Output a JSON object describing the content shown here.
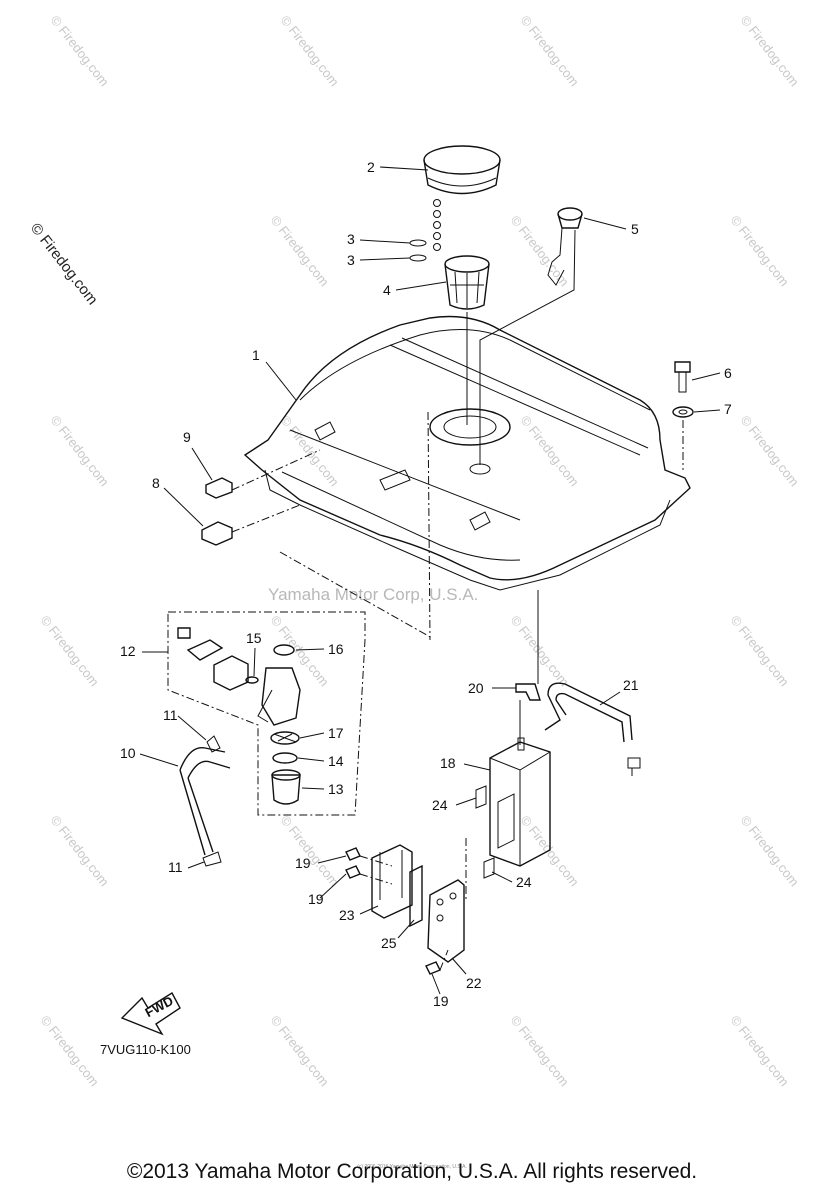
{
  "watermark": {
    "site": "© Firedog.com",
    "center": "Yamaha Motor Corp, U.S.A.",
    "left": "© Firedog.com"
  },
  "diagram": {
    "code": "7VUG110-K100",
    "fwd_label": "FWD",
    "callouts": [
      {
        "id": "c1",
        "label": "1"
      },
      {
        "id": "c2",
        "label": "2"
      },
      {
        "id": "c3a",
        "label": "3"
      },
      {
        "id": "c3b",
        "label": "3"
      },
      {
        "id": "c4",
        "label": "4"
      },
      {
        "id": "c5",
        "label": "5"
      },
      {
        "id": "c6",
        "label": "6"
      },
      {
        "id": "c7",
        "label": "7"
      },
      {
        "id": "c8",
        "label": "8"
      },
      {
        "id": "c9",
        "label": "9"
      },
      {
        "id": "c10",
        "label": "10"
      },
      {
        "id": "c11a",
        "label": "11"
      },
      {
        "id": "c11b",
        "label": "11"
      },
      {
        "id": "c12",
        "label": "12"
      },
      {
        "id": "c13",
        "label": "13"
      },
      {
        "id": "c14",
        "label": "14"
      },
      {
        "id": "c15",
        "label": "15"
      },
      {
        "id": "c16",
        "label": "16"
      },
      {
        "id": "c17",
        "label": "17"
      },
      {
        "id": "c18",
        "label": "18"
      },
      {
        "id": "c19a",
        "label": "19"
      },
      {
        "id": "c19b",
        "label": "19"
      },
      {
        "id": "c19c",
        "label": "19"
      },
      {
        "id": "c20",
        "label": "20"
      },
      {
        "id": "c21",
        "label": "21"
      },
      {
        "id": "c22",
        "label": "22"
      },
      {
        "id": "c23",
        "label": "23"
      },
      {
        "id": "c24a",
        "label": "24"
      },
      {
        "id": "c24b",
        "label": "24"
      },
      {
        "id": "c25",
        "label": "25"
      }
    ]
  },
  "footer": {
    "copyright": "©2013 Yamaha Motor Corporation, U.S.A. All rights reserved.",
    "tiny": "(c) 2006-2016 Yamaha Motor Corporation, U.S.A."
  }
}
